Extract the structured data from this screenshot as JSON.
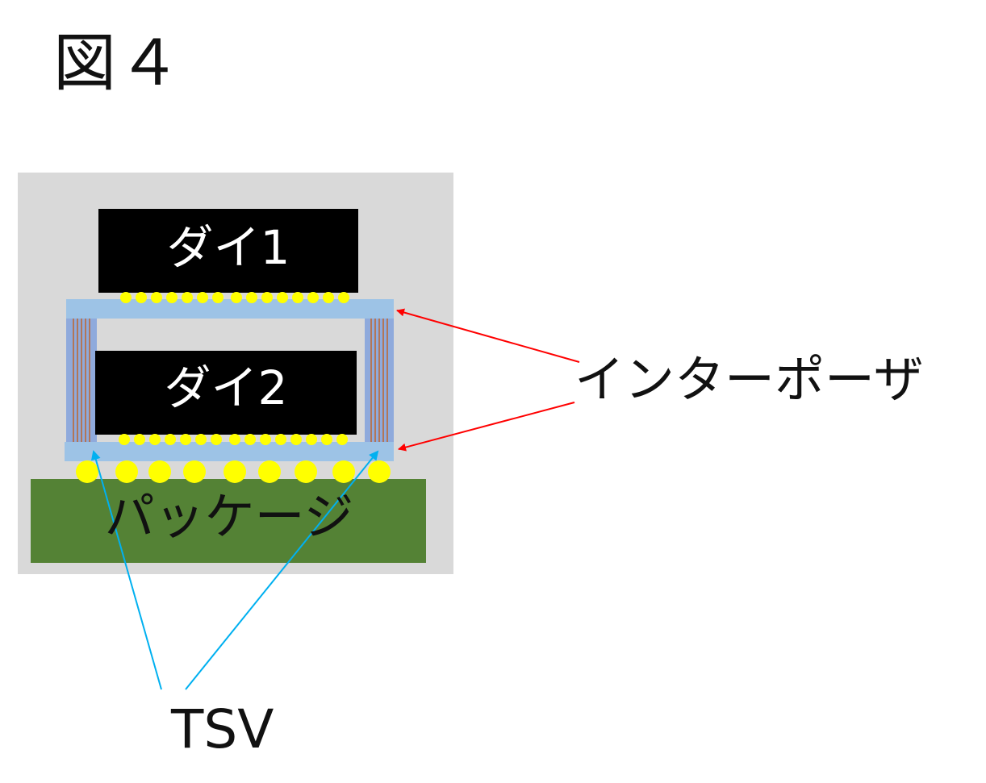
{
  "figure_title": "図４",
  "labels": {
    "die1": "ダイ1",
    "die2": "ダイ2",
    "package": "パッケージ",
    "interposer": "インターポーザ",
    "tsv": "TSV"
  },
  "colors": {
    "package_outline": "#d9d9d9",
    "die": "#000000",
    "interposer": "#9dc3e6",
    "tsv_pillar": "#8faadc",
    "tsv_lines": "#c55a11",
    "bump": "#ffff00",
    "package_substrate": "#548235",
    "interposer_arrow": "#ff0000",
    "tsv_arrow": "#00b0f0"
  }
}
